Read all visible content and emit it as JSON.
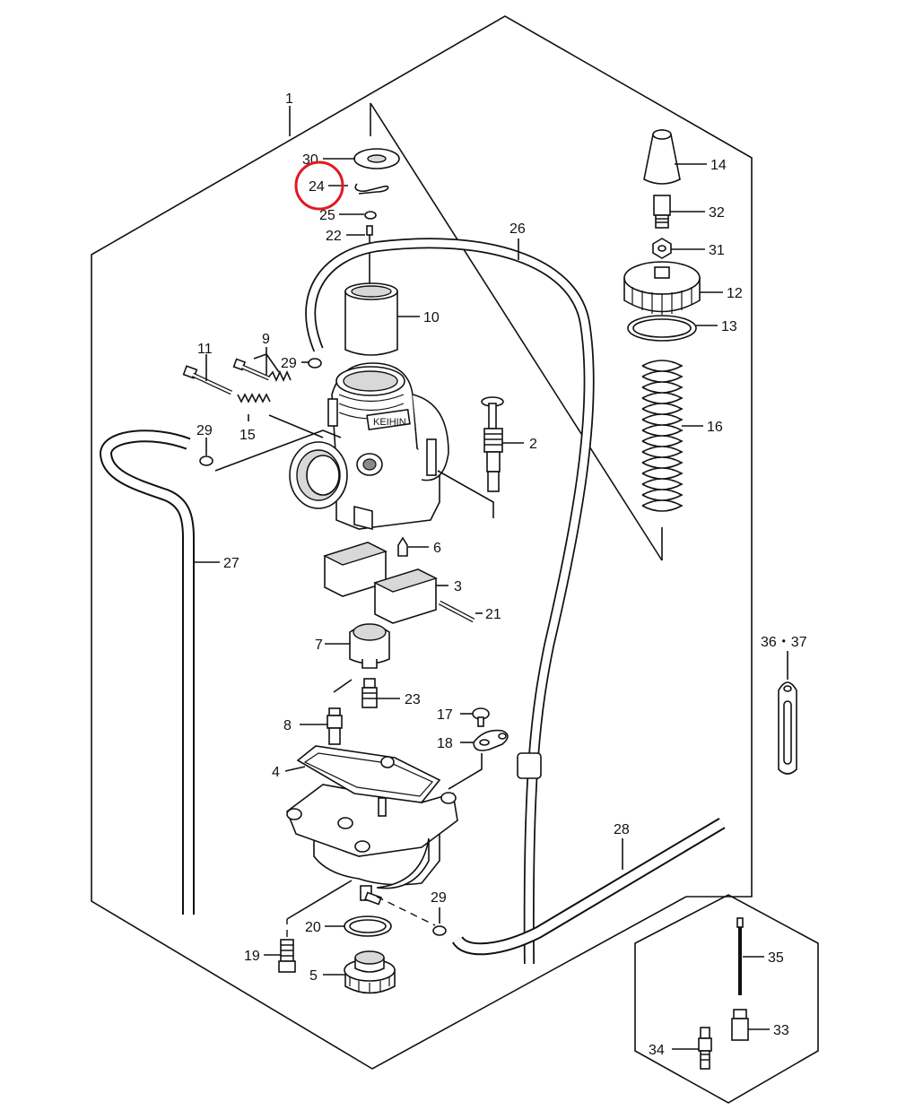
{
  "highlight": {
    "color": "#e0191f",
    "target_label": "24"
  },
  "labels": {
    "l1": "1",
    "l2": "2",
    "l3": "3",
    "l4": "4",
    "l5": "5",
    "l6": "6",
    "l7": "7",
    "l8": "8",
    "l9": "9",
    "l10": "10",
    "l11": "11",
    "l12": "12",
    "l13": "13",
    "l14": "14",
    "l15": "15",
    "l16": "16",
    "l17": "17",
    "l18": "18",
    "l19": "19",
    "l20": "20",
    "l21": "21",
    "l22": "22",
    "l23": "23",
    "l24": "24",
    "l25": "25",
    "l26": "26",
    "l27": "27",
    "l28": "28",
    "l29a": "29",
    "l29b": "29",
    "l29c": "29",
    "l30": "30",
    "l31": "31",
    "l32": "32",
    "l33": "33",
    "l34": "34",
    "l35": "35",
    "l36_37": "36・37"
  },
  "carb_brand_text": "KEIHIN"
}
